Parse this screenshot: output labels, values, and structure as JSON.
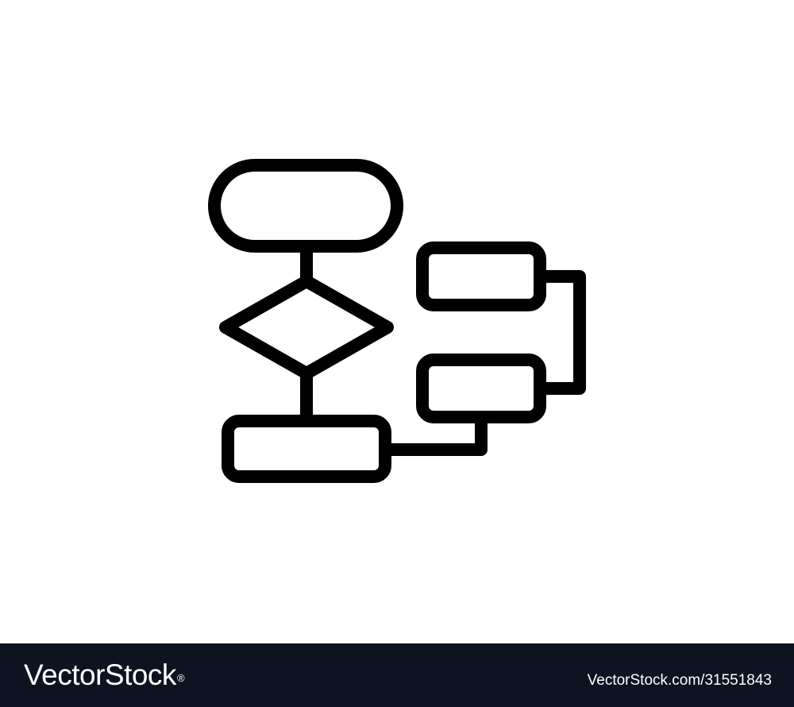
{
  "colors": {
    "background": "#ffffff",
    "stroke": "#000000",
    "footer_background": "#0e1321",
    "footer_text": "#ffffff"
  },
  "icon": {
    "name": "flowchart-icon",
    "shapes": [
      "terminator",
      "decision",
      "process",
      "process",
      "process"
    ]
  },
  "footer": {
    "brand": "VectorStock",
    "brand_mark": "®",
    "image_id": "VectorStock.com/31551843"
  }
}
